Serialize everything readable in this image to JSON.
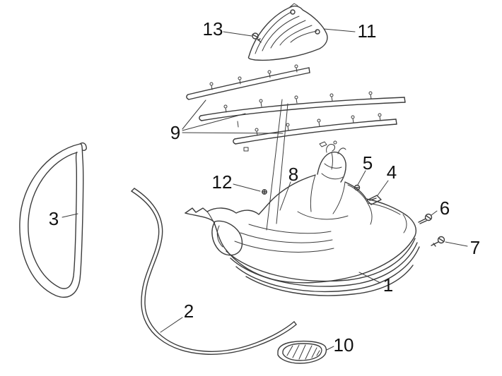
{
  "figure": {
    "background_color": "#ffffff",
    "line_color": "#3c3c3c",
    "label_color": "#121212",
    "callouts": [
      {
        "number": "1"
      },
      {
        "number": "2"
      },
      {
        "number": "3"
      },
      {
        "number": "4"
      },
      {
        "number": "5"
      },
      {
        "number": "6"
      },
      {
        "number": "7"
      },
      {
        "number": "8"
      },
      {
        "number": "9"
      },
      {
        "number": "10"
      },
      {
        "number": "11"
      },
      {
        "number": "12"
      },
      {
        "number": "13"
      }
    ]
  }
}
